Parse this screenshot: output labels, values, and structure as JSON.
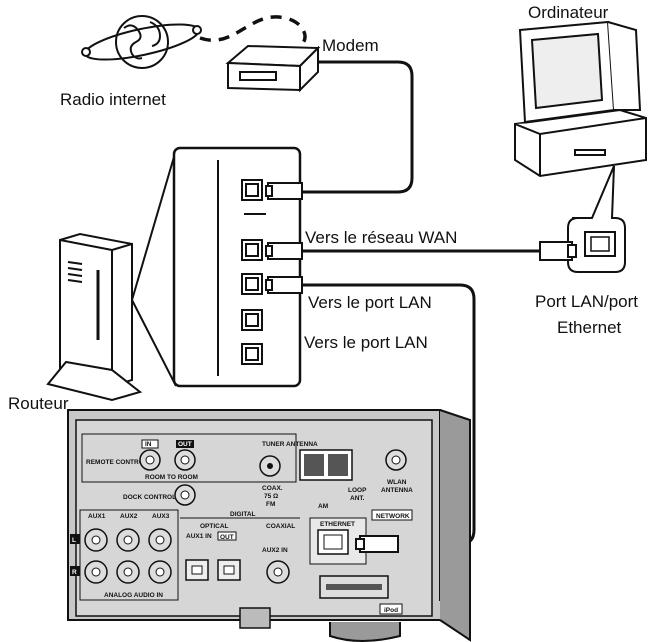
{
  "labels": {
    "computer": "Ordinateur",
    "internet_radio": "Radio internet",
    "modem": "Modem",
    "wan": "Vers le réseau WAN",
    "lan1": "Vers le port LAN",
    "lan2": "Vers le port LAN",
    "lan_port_line1": "Port LAN/port",
    "lan_port_line2": "Ethernet",
    "router": "Routeur"
  },
  "panel": {
    "remote_control": "REMOTE CONTROL",
    "in": "IN",
    "out": "OUT",
    "room_to_room": "ROOM TO ROOM",
    "dock_control": "DOCK CONTROL",
    "tuner_antenna": "TUNER ANTENNA",
    "coax": "COAX.",
    "ohm": "75 Ω",
    "fm": "FM",
    "am": "AM",
    "loop": "LOOP",
    "ant": "ANT.",
    "wlan": "WLAN",
    "antenna": "ANTENNA",
    "network": "NETWORK",
    "digital": "DIGITAL",
    "optical": "OPTICAL",
    "coaxial": "COAXIAL",
    "aux1_in": "AUX1 IN",
    "aux2_in": "AUX2 IN",
    "ethernet": "ETHERNET",
    "aux1": "AUX1",
    "aux2": "AUX2",
    "aux3": "AUX3",
    "l": "L",
    "r": "R",
    "analog_audio_in": "ANALOG AUDIO IN",
    "ipod": "iPod"
  }
}
